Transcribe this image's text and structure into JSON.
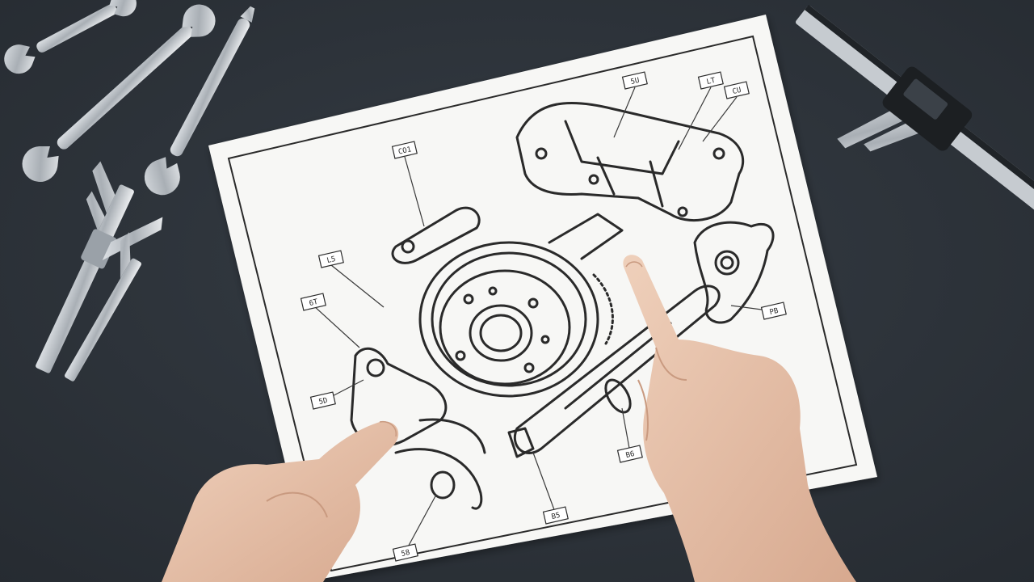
{
  "scene": {
    "description_label": "",
    "colors": {
      "desk": "#2b3138",
      "desk_highlight": "#353c44",
      "paper": "#f7f7f5",
      "ink": "#2a2a2a",
      "steel": "#b9bec4",
      "steel_dark": "#7d848b",
      "skin": "#e7c3ab",
      "skin_shadow": "#c99a80",
      "caliper_black": "#1c1f22"
    }
  },
  "drawing": {
    "callouts": [
      "5U",
      "LT",
      "CU",
      "CO1",
      "L5",
      "6T",
      "5D",
      "PB",
      "B6",
      "B5",
      "58"
    ]
  }
}
